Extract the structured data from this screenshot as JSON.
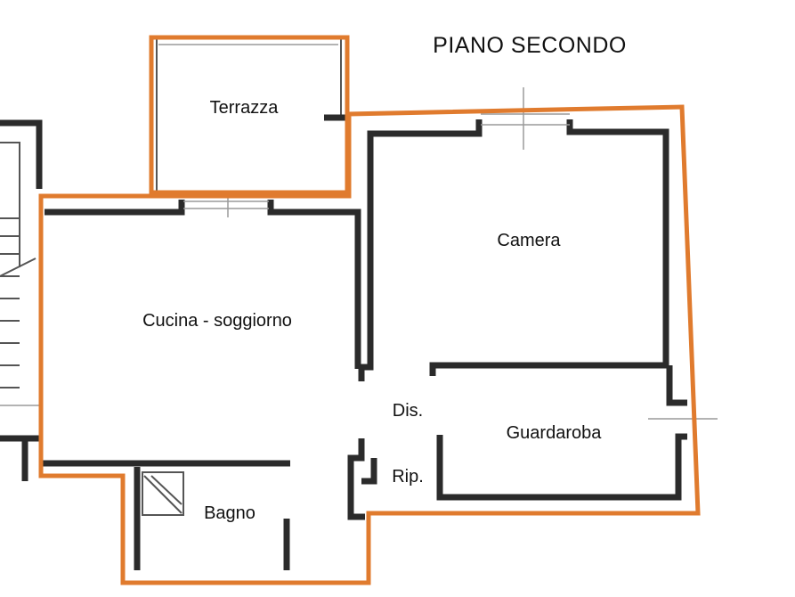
{
  "title": "PIANO SECONDO",
  "rooms": {
    "terrazza": "Terrazza",
    "camera": "Camera",
    "cucina": "Cucina - soggiorno",
    "dis": "Dis.",
    "guardaroba": "Guardaroba",
    "rip": "Rip.",
    "bagno": "Bagno"
  },
  "colors": {
    "outline": "#e07b2e",
    "walls": "#2b2b2b",
    "background": "#ffffff"
  }
}
